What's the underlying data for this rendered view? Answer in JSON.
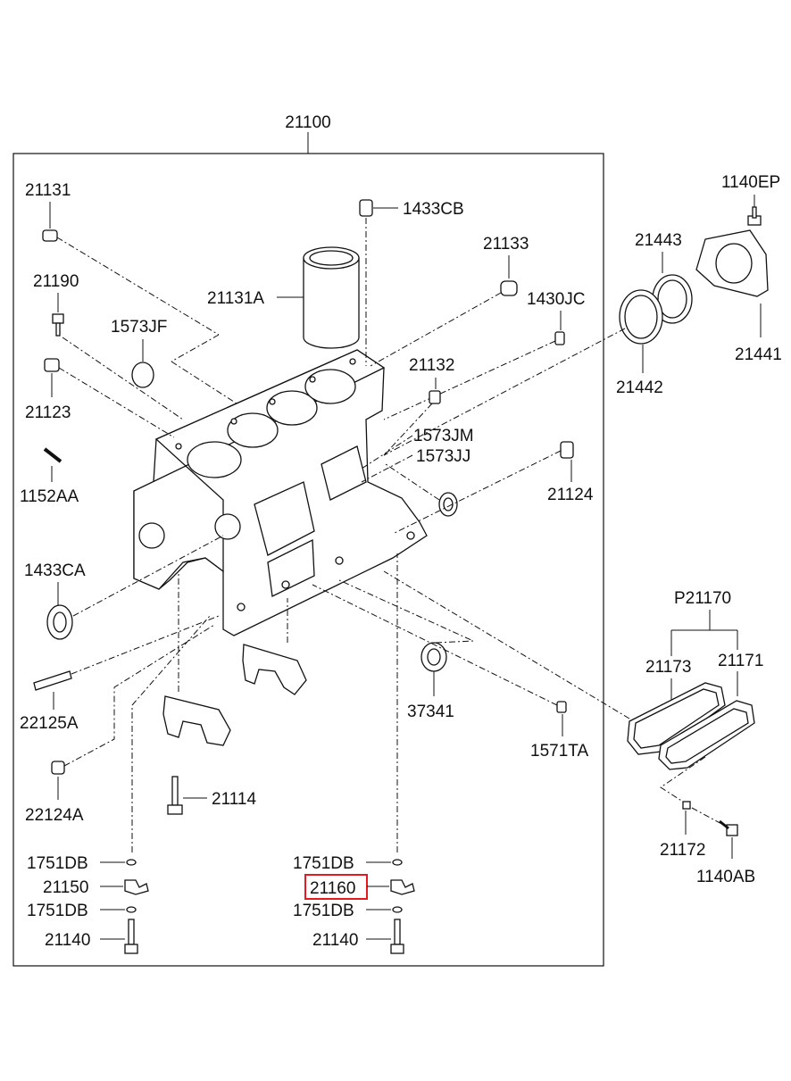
{
  "highlight_color": "#e8191c",
  "diagram": {
    "assembly_label": "21100",
    "group_label": "P21170",
    "highlighted_part": "21160",
    "parts": {
      "p21131": "21131",
      "p21190": "21190",
      "p21123": "21123",
      "p1152AA": "1152AA",
      "p1433CA": "1433CA",
      "p22125A": "22125A",
      "p22124A": "22124A",
      "p1751DB_l1": "1751DB",
      "p21150": "21150",
      "p1751DB_l2": "1751DB",
      "p21140_l": "21140",
      "p1751DB_r1": "1751DB",
      "p21160": "21160",
      "p1751DB_r2": "1751DB",
      "p21140_r": "21140",
      "p1433CB": "1433CB",
      "p21131A": "21131A",
      "p1573JF": "1573JF",
      "p21133": "21133",
      "p1430JC": "1430JC",
      "p21132": "21132",
      "p1573JM": "1573JM",
      "p1573JJ": "1573JJ",
      "p21124": "21124",
      "p37341": "37341",
      "p1571TA": "1571TA",
      "p21114": "21114",
      "p1140EP": "1140EP",
      "p21443": "21443",
      "p21441": "21441",
      "p21442": "21442",
      "p21173": "21173",
      "p21171": "21171",
      "p21172": "21172",
      "p1140AB": "1140AB"
    }
  }
}
